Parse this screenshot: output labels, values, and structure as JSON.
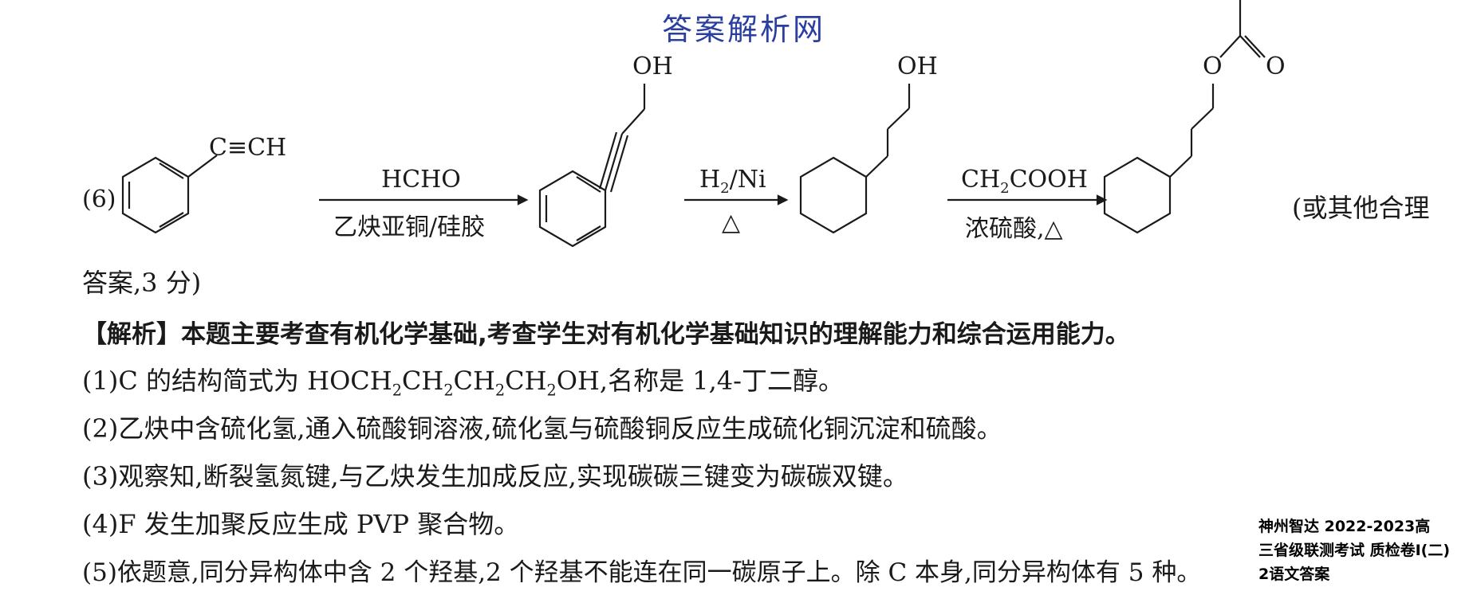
{
  "watermark": "答案解析网",
  "reaction": {
    "part_label": "(6)",
    "start_group": "C≡CH",
    "oh_1": "OH",
    "oh_2": "OH",
    "ester_o1": "O",
    "ester_o2": "O",
    "step1_top": "HCHO",
    "step1_bottom": "乙炔亚铜/硅胶",
    "step2_top": "H",
    "step2_top_sub": "2",
    "step2_top_rest": "/Ni",
    "step2_bottom": "△",
    "step3_top": "CH",
    "step3_top_sub": "2",
    "step3_top_rest": "COOH",
    "step3_bottom": "浓硫酸,△",
    "trailing": "(或其他合理"
  },
  "body": {
    "line_answer_cont": "答案,3 分)",
    "analysis_head": "【解析】本题主要考查有机化学基础,考查学生对有机化学基础知识的理解能力和综合运用能力。",
    "q1_pre": "(1)C 的结构简式为 HOCH",
    "q1_s1": "2",
    "q1_m1": "CH",
    "q1_s2": "2",
    "q1_m2": "CH",
    "q1_s3": "2",
    "q1_m3": "CH",
    "q1_s4": "2",
    "q1_post": "OH,名称是 1,4-丁二醇。",
    "q2": "(2)乙炔中含硫化氢,通入硫酸铜溶液,硫化氢与硫酸铜反应生成硫化铜沉淀和硫酸。",
    "q3": "(3)观察知,断裂氢氮键,与乙炔发生加成反应,实现碳碳三键变为碳碳双键。",
    "q4": "(4)F 发生加聚反应生成 PVP 聚合物。",
    "q5": "(5)依题意,同分异构体中含 2 个羟基,2 个羟基不能连在同一碳原子上。除 C 本身,同分异构体有 5 种。"
  },
  "corner_stamp": {
    "line1": "神州智达 2022-2023高",
    "line2": "三省级联测考试 质检卷Ⅰ(二)",
    "line3": "2语文答案"
  }
}
